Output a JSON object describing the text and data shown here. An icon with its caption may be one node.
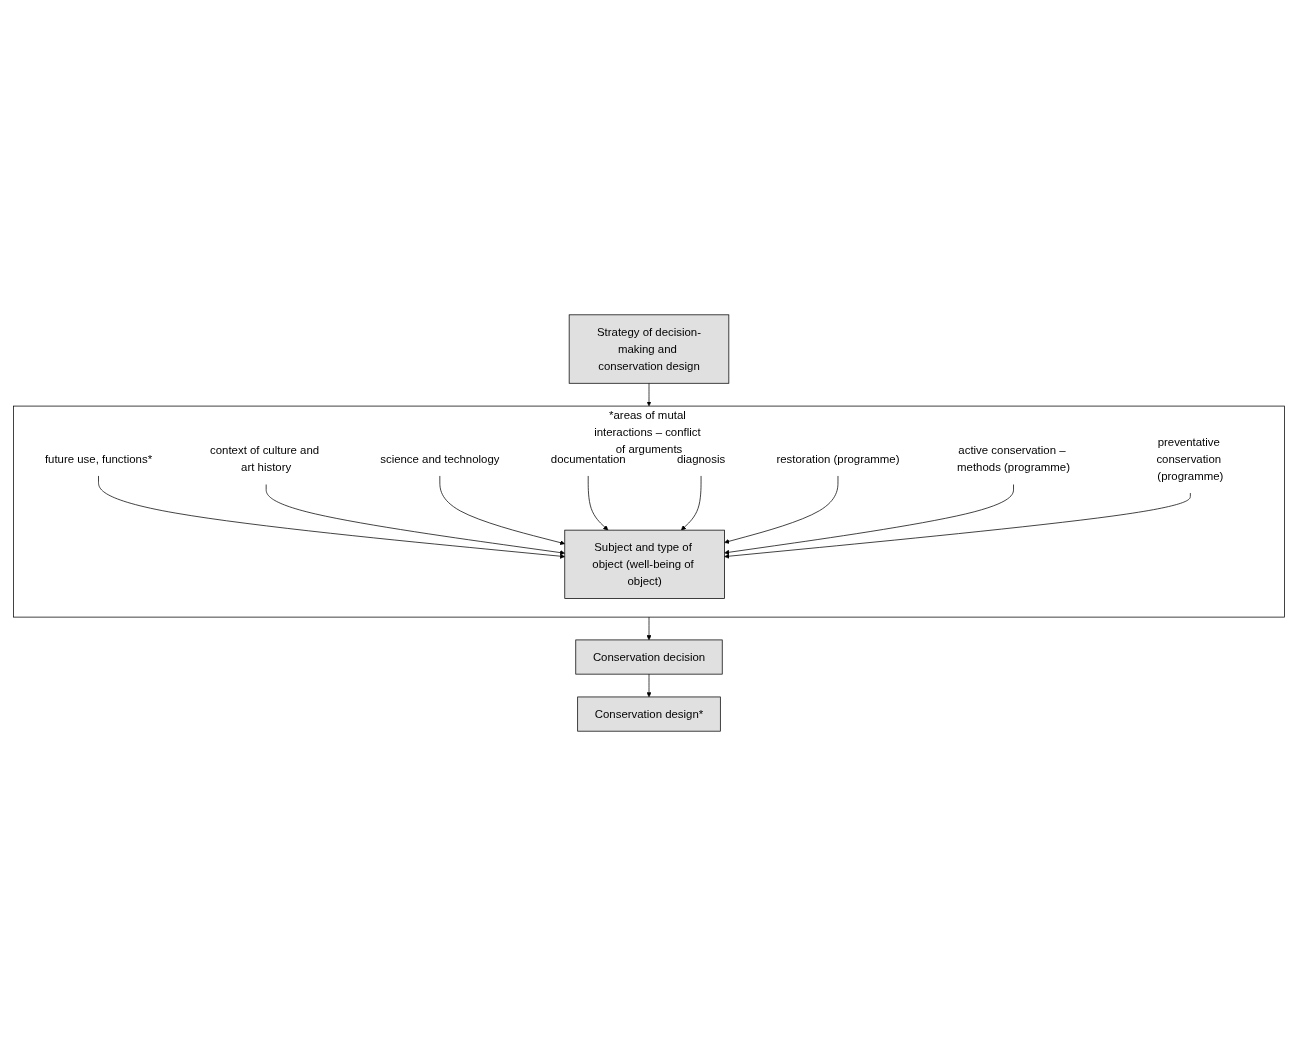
{
  "diagram": {
    "nodes": [
      {
        "text": [
          "Strategy of decision-making and conservation design"
        ]
      },
      {
        "text": [
          "*areas of mutal interactions – conflict of arguments"
        ]
      },
      {
        "text": [
          "context of culture and art history"
        ],
        "in": 1
      },
      {
        "text": [
          "future use, functions*"
        ],
        "in": 1
      },
      {
        "text": [
          "science and technology"
        ],
        "in": 1
      },
      {
        "text": [
          "Subject and type of object (well-being of object)"
        ],
        "in": 1
      },
      {
        "text": [
          "documentation"
        ],
        "in": 1
      },
      {
        "text": [
          "diagnosis"
        ],
        "in": 1
      },
      {
        "text": [
          "restoration (programme)"
        ],
        "in": 1
      },
      {
        "text": [
          "active conservation – methods (programme)"
        ],
        "in": 1
      },
      {
        "text": [
          "preventative conservation (programme)"
        ],
        "in": 1
      },
      {
        "text": [
          "Conservation decision"
        ]
      },
      {
        "text": [
          "Conservation design*"
        ]
      }
    ],
    "edges": [
      {
        "from": 0,
        "to": 1,
        "arrow": "to"
      },
      {
        "from": 3,
        "to": 5,
        "arrow": "to"
      },
      {
        "from": 2,
        "to": 5,
        "arrow": "to"
      },
      {
        "from": 4,
        "to": 5,
        "arrow": "to"
      },
      {
        "from": 6,
        "to": 5,
        "arrow": "to"
      },
      {
        "from": 7,
        "to": 5,
        "arrow": "to"
      },
      {
        "from": 8,
        "to": 5,
        "arrow": "to"
      },
      {
        "from": 9,
        "to": 5,
        "arrow": "to"
      },
      {
        "from": 10,
        "to": 5,
        "arrow": "to"
      },
      {
        "from": 1,
        "to": 11,
        "arrow": "to"
      },
      {
        "from": 11,
        "to": 12,
        "arrow": "to"
      }
    ]
  }
}
